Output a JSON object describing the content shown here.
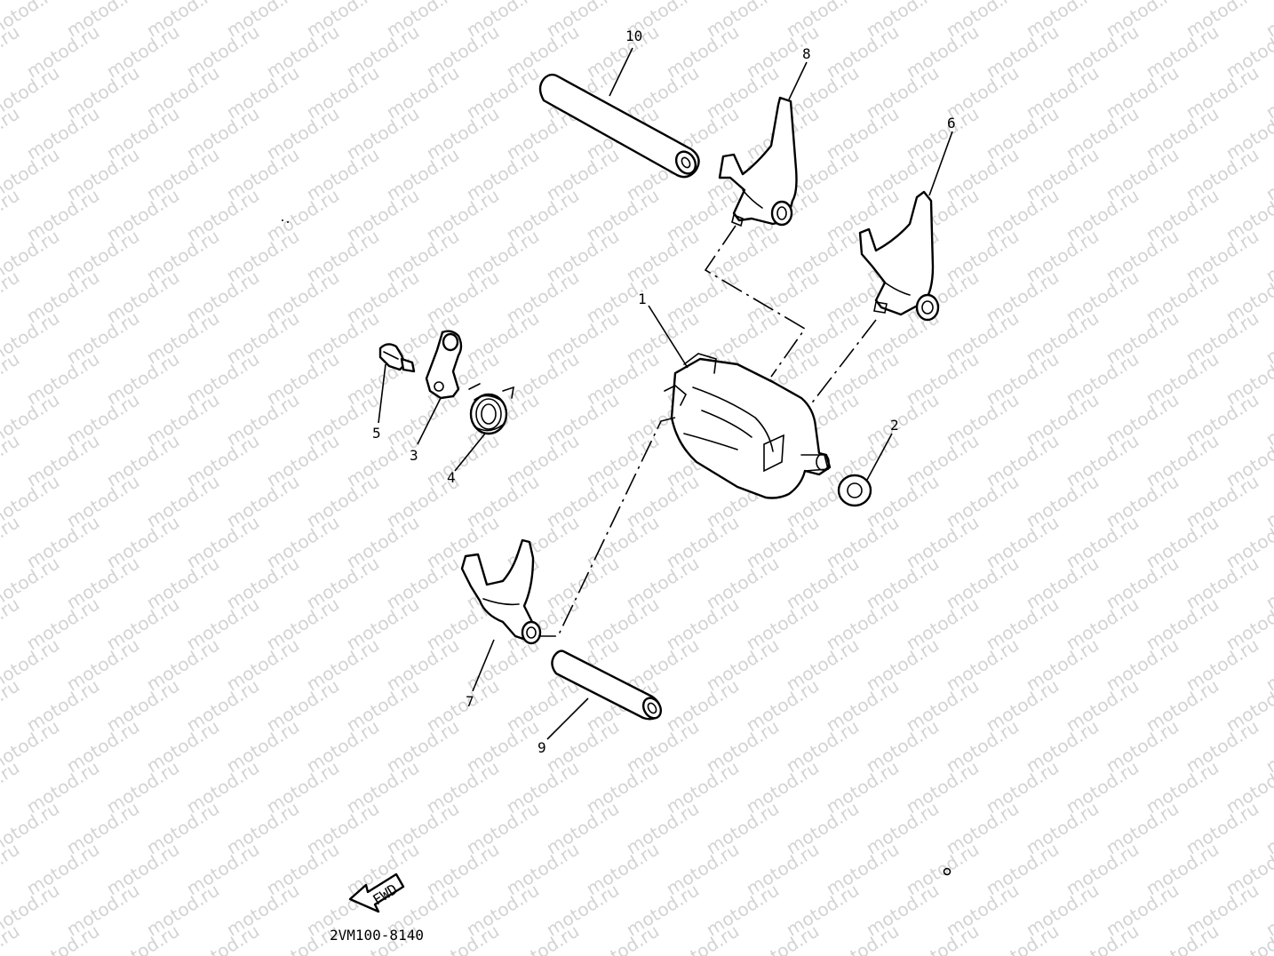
{
  "diagram": {
    "watermark_text": "motod.ru",
    "drawing_code": "2VM100-8140",
    "fwd_label": "FWD",
    "callouts": [
      {
        "id": "c1",
        "label": "1"
      },
      {
        "id": "c2",
        "label": "2"
      },
      {
        "id": "c3",
        "label": "3"
      },
      {
        "id": "c4",
        "label": "4"
      },
      {
        "id": "c5",
        "label": "5"
      },
      {
        "id": "c6",
        "label": "6"
      },
      {
        "id": "c7",
        "label": "7"
      },
      {
        "id": "c8",
        "label": "8"
      },
      {
        "id": "c9",
        "label": "9"
      },
      {
        "id": "c10",
        "label": "10"
      }
    ]
  }
}
